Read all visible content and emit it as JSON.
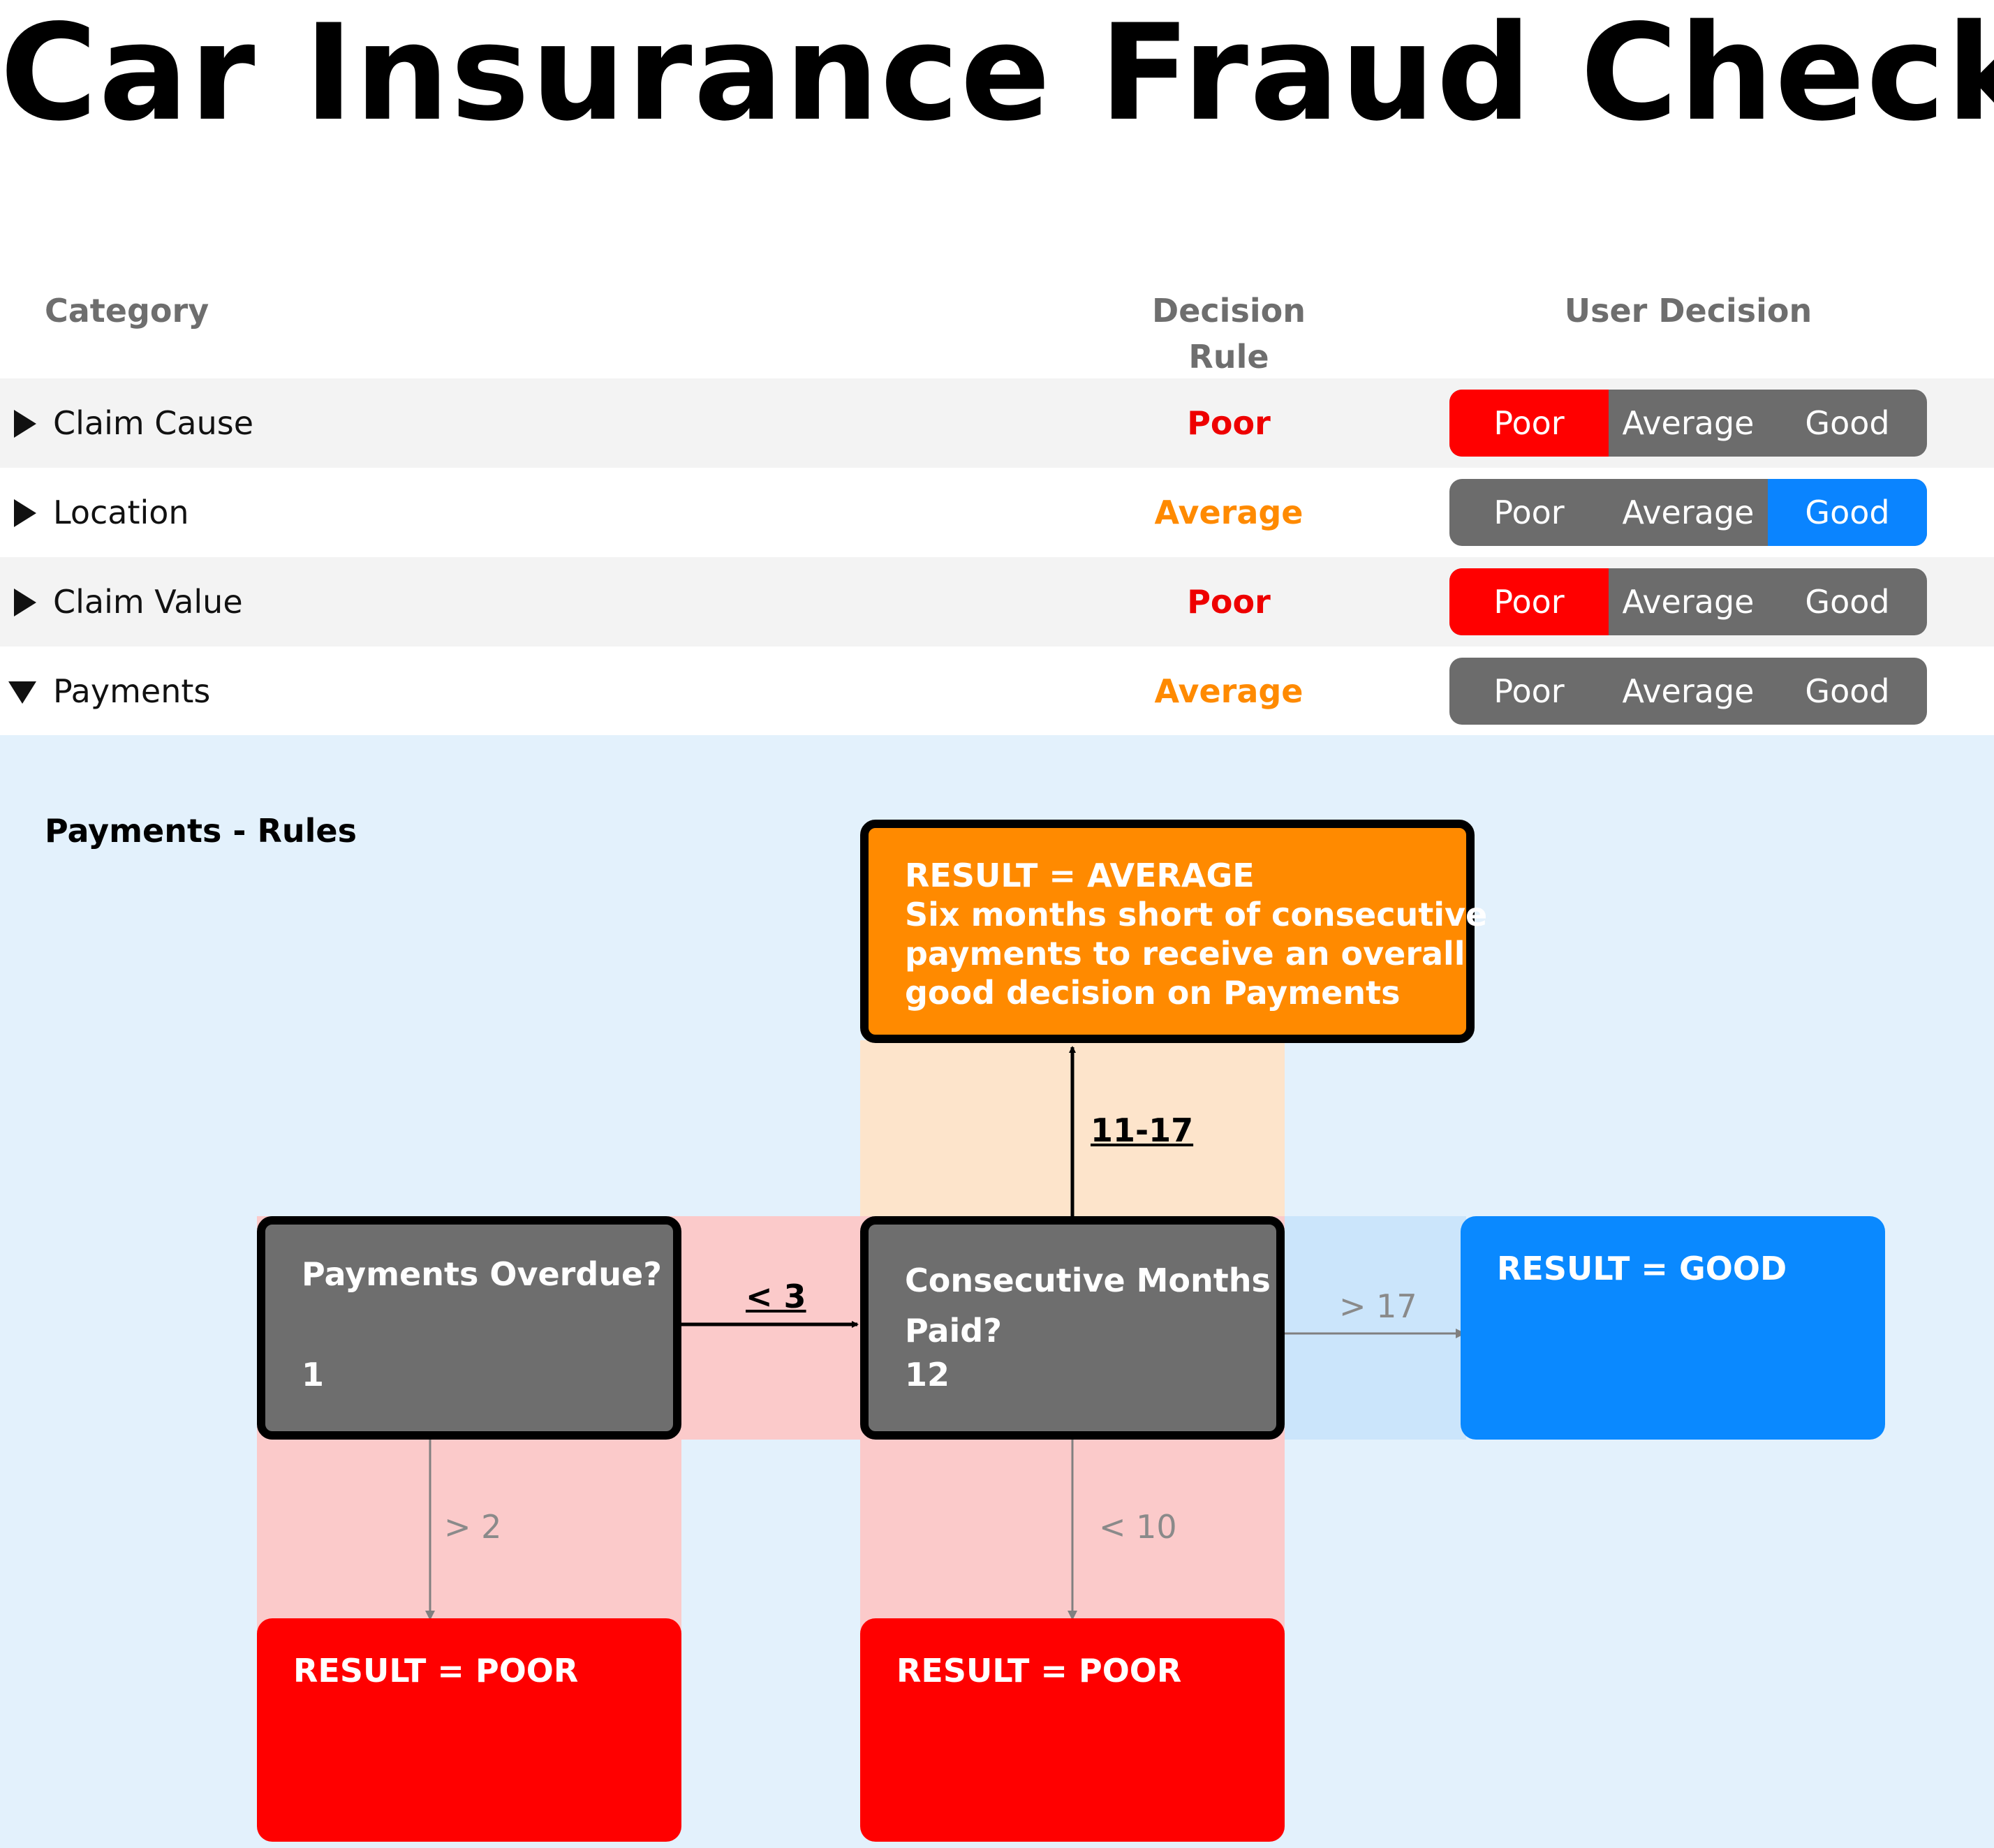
{
  "title": "Car Insurance Fraud Check",
  "table": {
    "headers": {
      "category": "Category",
      "rule_line1": "Decision",
      "rule_line2": "Rule",
      "user": "User Decision"
    },
    "rows": [
      {
        "label": "Claim Cause",
        "rule": "Poor",
        "rule_color": "#ee0000",
        "selected": "Poor",
        "expanded": false
      },
      {
        "label": "Location",
        "rule": "Average",
        "rule_color": "#ff8a00",
        "selected": "Good",
        "expanded": false
      },
      {
        "label": "Claim Value",
        "rule": "Poor",
        "rule_color": "#ee0000",
        "selected": "Poor",
        "expanded": false
      },
      {
        "label": "Payments",
        "rule": "Average",
        "rule_color": "#ff8a00",
        "selected": "",
        "expanded": true
      }
    ],
    "options": [
      "Poor",
      "Average",
      "Good"
    ]
  },
  "rules": {
    "title": "Payments - Rules",
    "nodes": {
      "overdue": {
        "title": "Payments Overdue?",
        "value": "1"
      },
      "consecutive": {
        "title_line1": "Consecutive Months",
        "title_line2": "Paid?",
        "value": "12"
      },
      "result_average": {
        "line1": "RESULT = AVERAGE",
        "line2": "Six months short of consecutive",
        "line3": "payments to receive an overall",
        "line4": "good decision on Payments"
      },
      "result_good": "RESULT = GOOD",
      "result_poor_left": "RESULT = POOR",
      "result_poor_mid": "RESULT = POOR"
    },
    "edges": {
      "lt3": "< 3",
      "range_11_17": "11-17",
      "gt17": "> 17",
      "gt2": "> 2",
      "lt10": "< 10"
    }
  },
  "colors": {
    "poor": "#ff0000",
    "average": "#ff8a00",
    "good": "#0a89ff",
    "neutral": "#6e6e6e",
    "panel": "#e3f1fc"
  }
}
